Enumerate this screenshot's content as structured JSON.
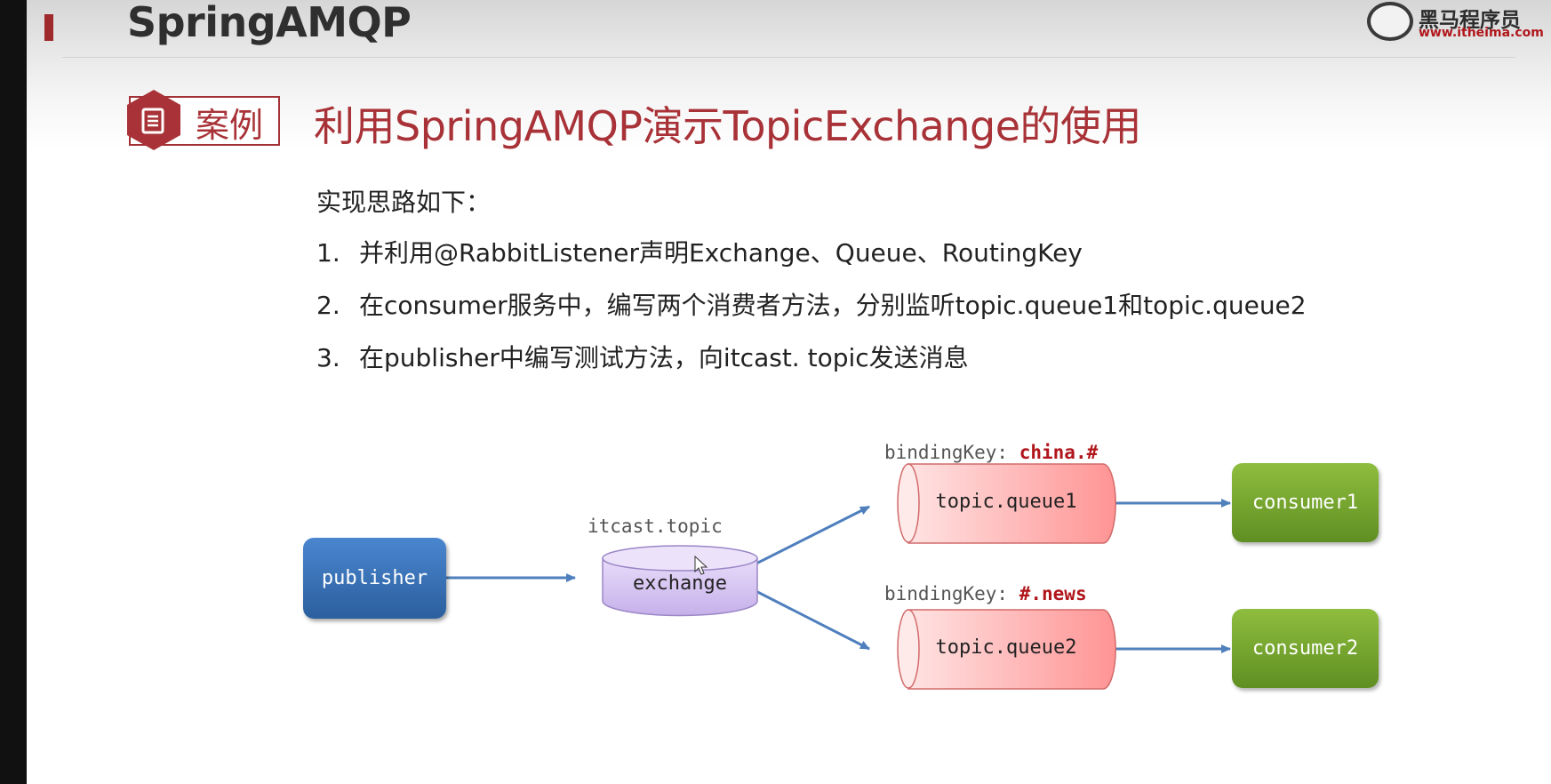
{
  "header": {
    "title": "SpringAMQP",
    "logo_cn": "黑马程序员",
    "logo_url": "www.itheima.com"
  },
  "case": {
    "label": "案例",
    "title": "利用SpringAMQP演示TopicExchange的使用"
  },
  "content": {
    "intro": "实现思路如下：",
    "steps": [
      {
        "num": "1.",
        "text": "并利用@RabbitListener声明Exchange、Queue、RoutingKey"
      },
      {
        "num": "2.",
        "text": "在consumer服务中，编写两个消费者方法，分别监听topic.queue1和topic.queue2"
      },
      {
        "num": "3.",
        "text": "在publisher中编写测试方法，向itcast. topic发送消息"
      }
    ]
  },
  "diagram": {
    "publisher": "publisher",
    "exchange_name": "itcast.topic",
    "exchange": "exchange",
    "binding_label": "bindingKey:",
    "queues": [
      {
        "name": "topic.queue1",
        "binding_key": "china.#"
      },
      {
        "name": "topic.queue2",
        "binding_key": "#.news"
      }
    ],
    "consumers": [
      "consumer1",
      "consumer2"
    ]
  },
  "colors": {
    "brand_red": "#a83237",
    "publisher_blue": "#2b5f9e",
    "consumer_green": "#6fa02a",
    "queue_pink": "#ff9a9a",
    "exchange_purple": "#cdb9ec",
    "arrow_blue": "#4f7fbd"
  }
}
